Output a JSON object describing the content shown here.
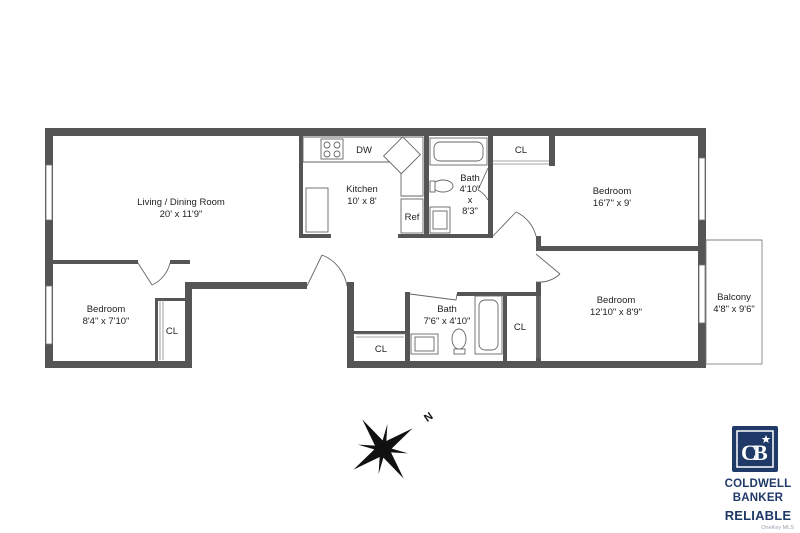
{
  "rooms": {
    "living": {
      "name": "Living / Dining Room",
      "size": "20' x 11'9\""
    },
    "kitchen": {
      "name": "Kitchen",
      "size": "10' x 8'"
    },
    "bath_upper": {
      "name": "Bath",
      "size_line1": "4'10\"",
      "size_line2": "x",
      "size_line3": "8'3\""
    },
    "bedroom_upper_right": {
      "name": "Bedroom",
      "size": "16'7\" x 9'"
    },
    "bedroom_left": {
      "name": "Bedroom",
      "size": "8'4\" x 7'10\""
    },
    "bath_lower": {
      "name": "Bath",
      "size": "7'6\" x 4'10\""
    },
    "bedroom_lower_right": {
      "name": "Bedroom",
      "size": "12'10\" x 8'9\""
    },
    "balcony": {
      "name": "Balcony",
      "size": "4'8\" x 9'6\""
    }
  },
  "fixtures": {
    "dishwasher": "DW",
    "refrigerator": "Ref",
    "closet": "CL"
  },
  "compass": {
    "north_label": "N",
    "icon": "compass-rose-icon"
  },
  "brand": {
    "line1": "COLDWELL",
    "line2": "BANKER",
    "line3": "RELIABLE",
    "watermark": "OneKey MLS",
    "color": "#1f3a68",
    "icon": "coldwell-banker-cb-logo-icon"
  },
  "colors": {
    "wall": "#555555",
    "fixture_stroke": "#666666"
  }
}
